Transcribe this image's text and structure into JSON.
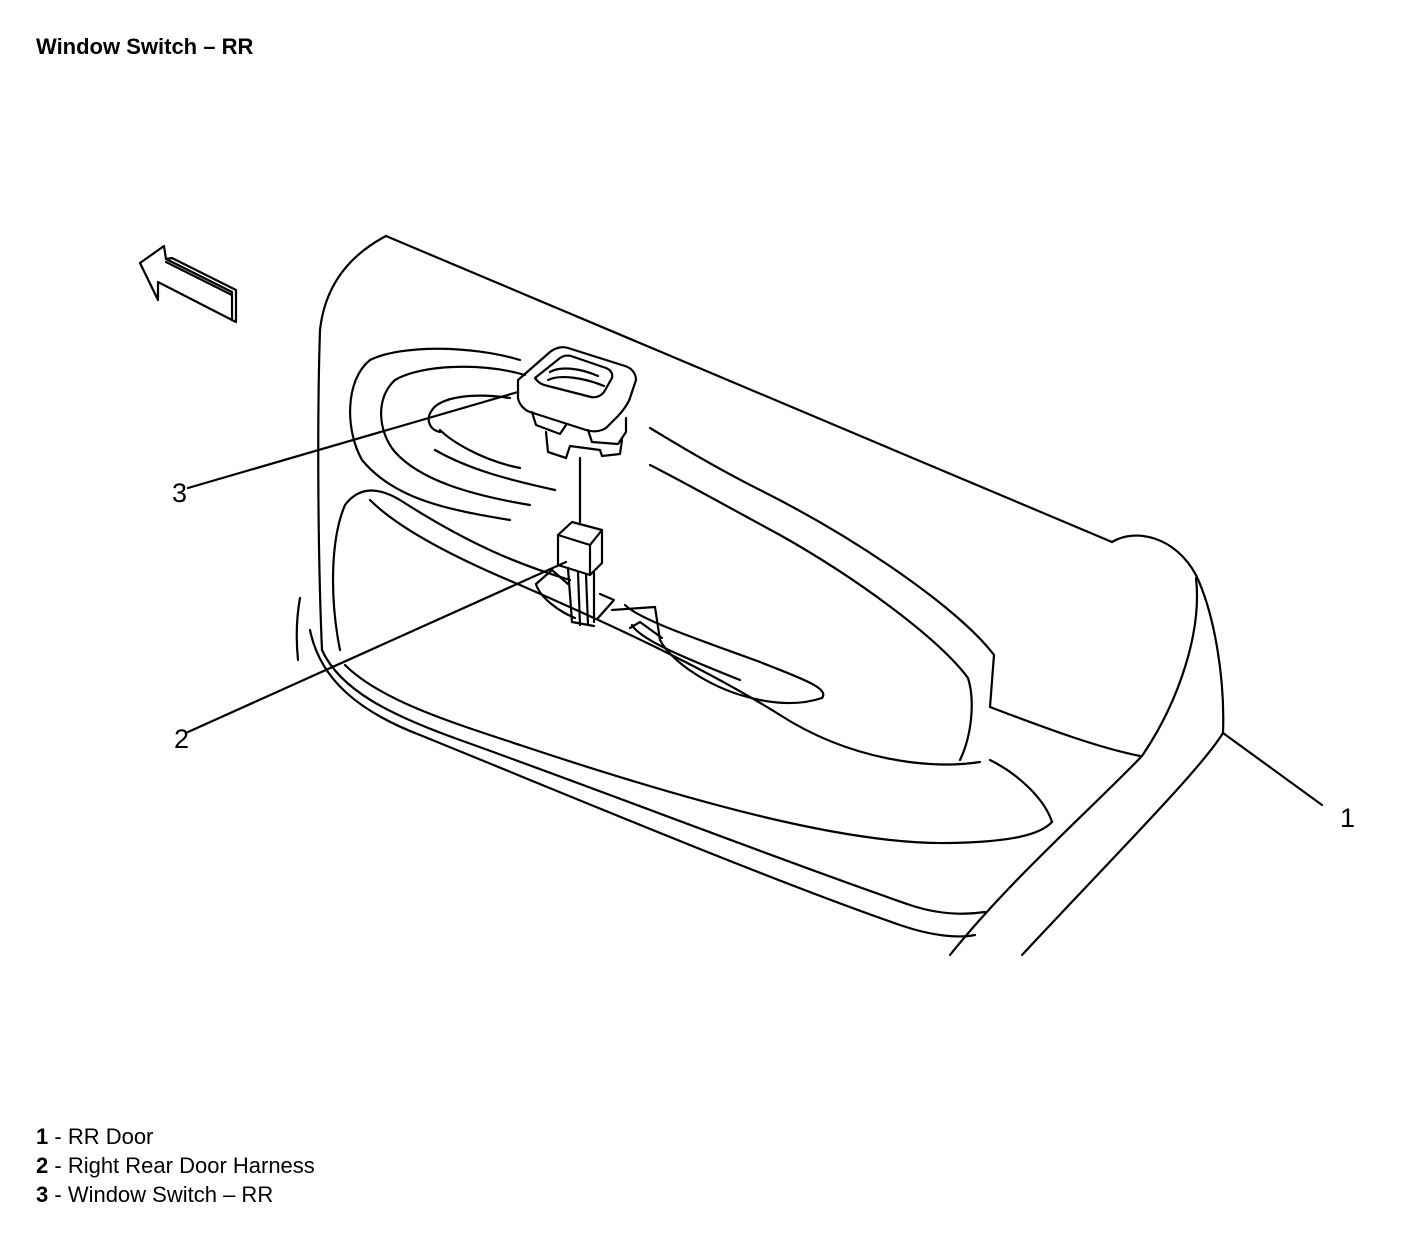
{
  "title": "Window Switch – RR",
  "callouts": [
    {
      "number": "1",
      "target": "rr-door"
    },
    {
      "number": "2",
      "target": "right-rear-door-harness"
    },
    {
      "number": "3",
      "target": "window-switch-rr"
    }
  ],
  "legend": [
    {
      "number": "1",
      "separator": " - ",
      "text": "RR Door"
    },
    {
      "number": "2",
      "separator": " - ",
      "text": "Right Rear Door Harness"
    },
    {
      "number": "3",
      "separator": " - ",
      "text": "Window Switch – RR"
    }
  ],
  "icons": {
    "direction": "arrow-forward-icon"
  },
  "colors": {
    "line": "#000000",
    "background": "#ffffff"
  }
}
